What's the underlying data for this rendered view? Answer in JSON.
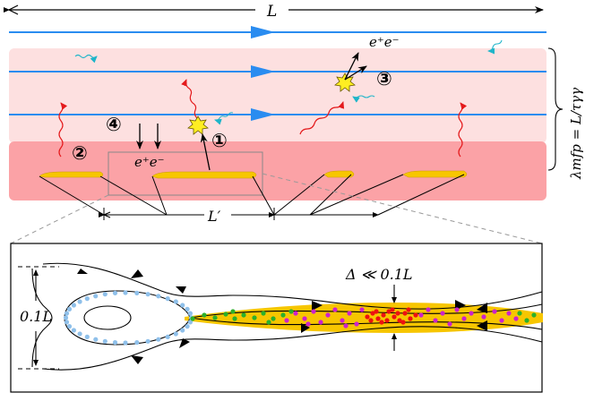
{
  "labels": {
    "L": "L",
    "L_prime": "L′",
    "pair1": "e⁺e⁻",
    "pair2": "e⁺e⁻",
    "mfp": "λmfp = L/τγγ",
    "width": "0.1L",
    "delta": "Δ ≪ 0.1L"
  },
  "markers": [
    "①",
    "②",
    "③",
    "④"
  ],
  "colors": {
    "field_line": "#2a8cf0",
    "upper_band": "#fde0e0",
    "lower_band": "#fba2a6",
    "current_sheet": "#f7c600",
    "photon_red": "#e41a1c",
    "photon_cyan": "#1fb5c9",
    "flash": "#ffee22",
    "plasmoid_dots": "#8fc0ea",
    "green_dots": "#2bb02b",
    "magenta_dots": "#cc22cc",
    "red_dots": "#ee1111"
  },
  "icons": [
    "photon-wave-icon",
    "pair-creation-flash-icon",
    "field-direction-arrow-icon"
  ]
}
